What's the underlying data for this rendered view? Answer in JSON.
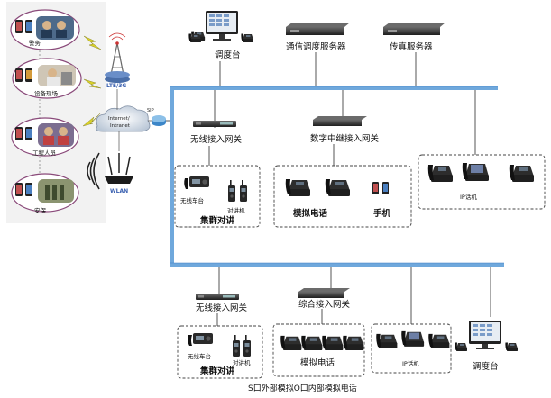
{
  "left_panel": {
    "groups": [
      {
        "label": "警务"
      },
      {
        "label": "设备现场"
      },
      {
        "label": "工程人员"
      },
      {
        "label": "安保"
      }
    ],
    "tower_label": "LTE/3G",
    "cloud_label_line1": "Internet/",
    "cloud_label_line2": "Intranet",
    "sip_label": "SIP",
    "wlan_label": "WLAN"
  },
  "top_devices": {
    "console": "调度台",
    "comm_server": "通信调度服务器",
    "fax_server": "传真服务器"
  },
  "upper_segment": {
    "wireless_gateway": "无线接入网关",
    "digital_gateway": "数字中继接入网关",
    "trunk_group": {
      "vehicle_radio": "无线车台",
      "walkie_talkie": "对讲机",
      "title": "集群对讲"
    },
    "phone_group": {
      "analog_phone": "模拟电话",
      "mobile": "手机"
    },
    "ip_group": {
      "label": "IP话机"
    }
  },
  "lower_segment": {
    "wireless_gateway": "无线接入网关",
    "integrated_gateway": "综合接入网关",
    "trunk_group": {
      "vehicle_radio": "无线车台",
      "walkie_talkie": "对讲机",
      "title": "集群对讲"
    },
    "phone_group": {
      "analog_phone": "模拟电话"
    },
    "ip_group": {
      "label": "IP话机"
    },
    "console": "调度台"
  },
  "caption": "S口外部模拟O口内部模拟电话",
  "colors": {
    "bus": "#6fa8dc",
    "bus_edge": "#3d7cc4",
    "line": "#555555",
    "dash": "#444444",
    "device_dark": "#2b2b2b"
  }
}
